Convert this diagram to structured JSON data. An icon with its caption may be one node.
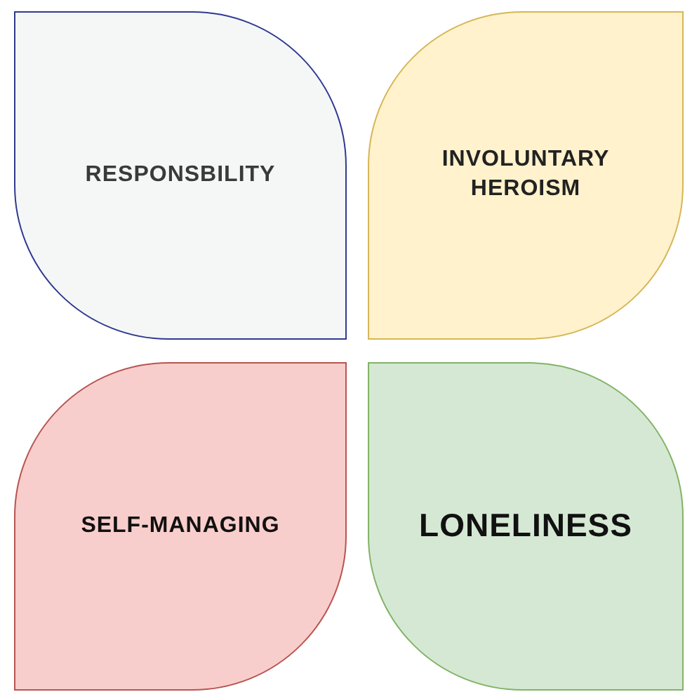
{
  "diagram": {
    "nodes": [
      {
        "text": [
          "RESPONSBILITY"
        ]
      },
      {
        "text": [
          "INVOLUNTARY HEROISM"
        ]
      },
      {
        "text": [
          "SELF-MANAGING"
        ]
      },
      {
        "text": [
          "LONELINESS"
        ]
      }
    ]
  }
}
